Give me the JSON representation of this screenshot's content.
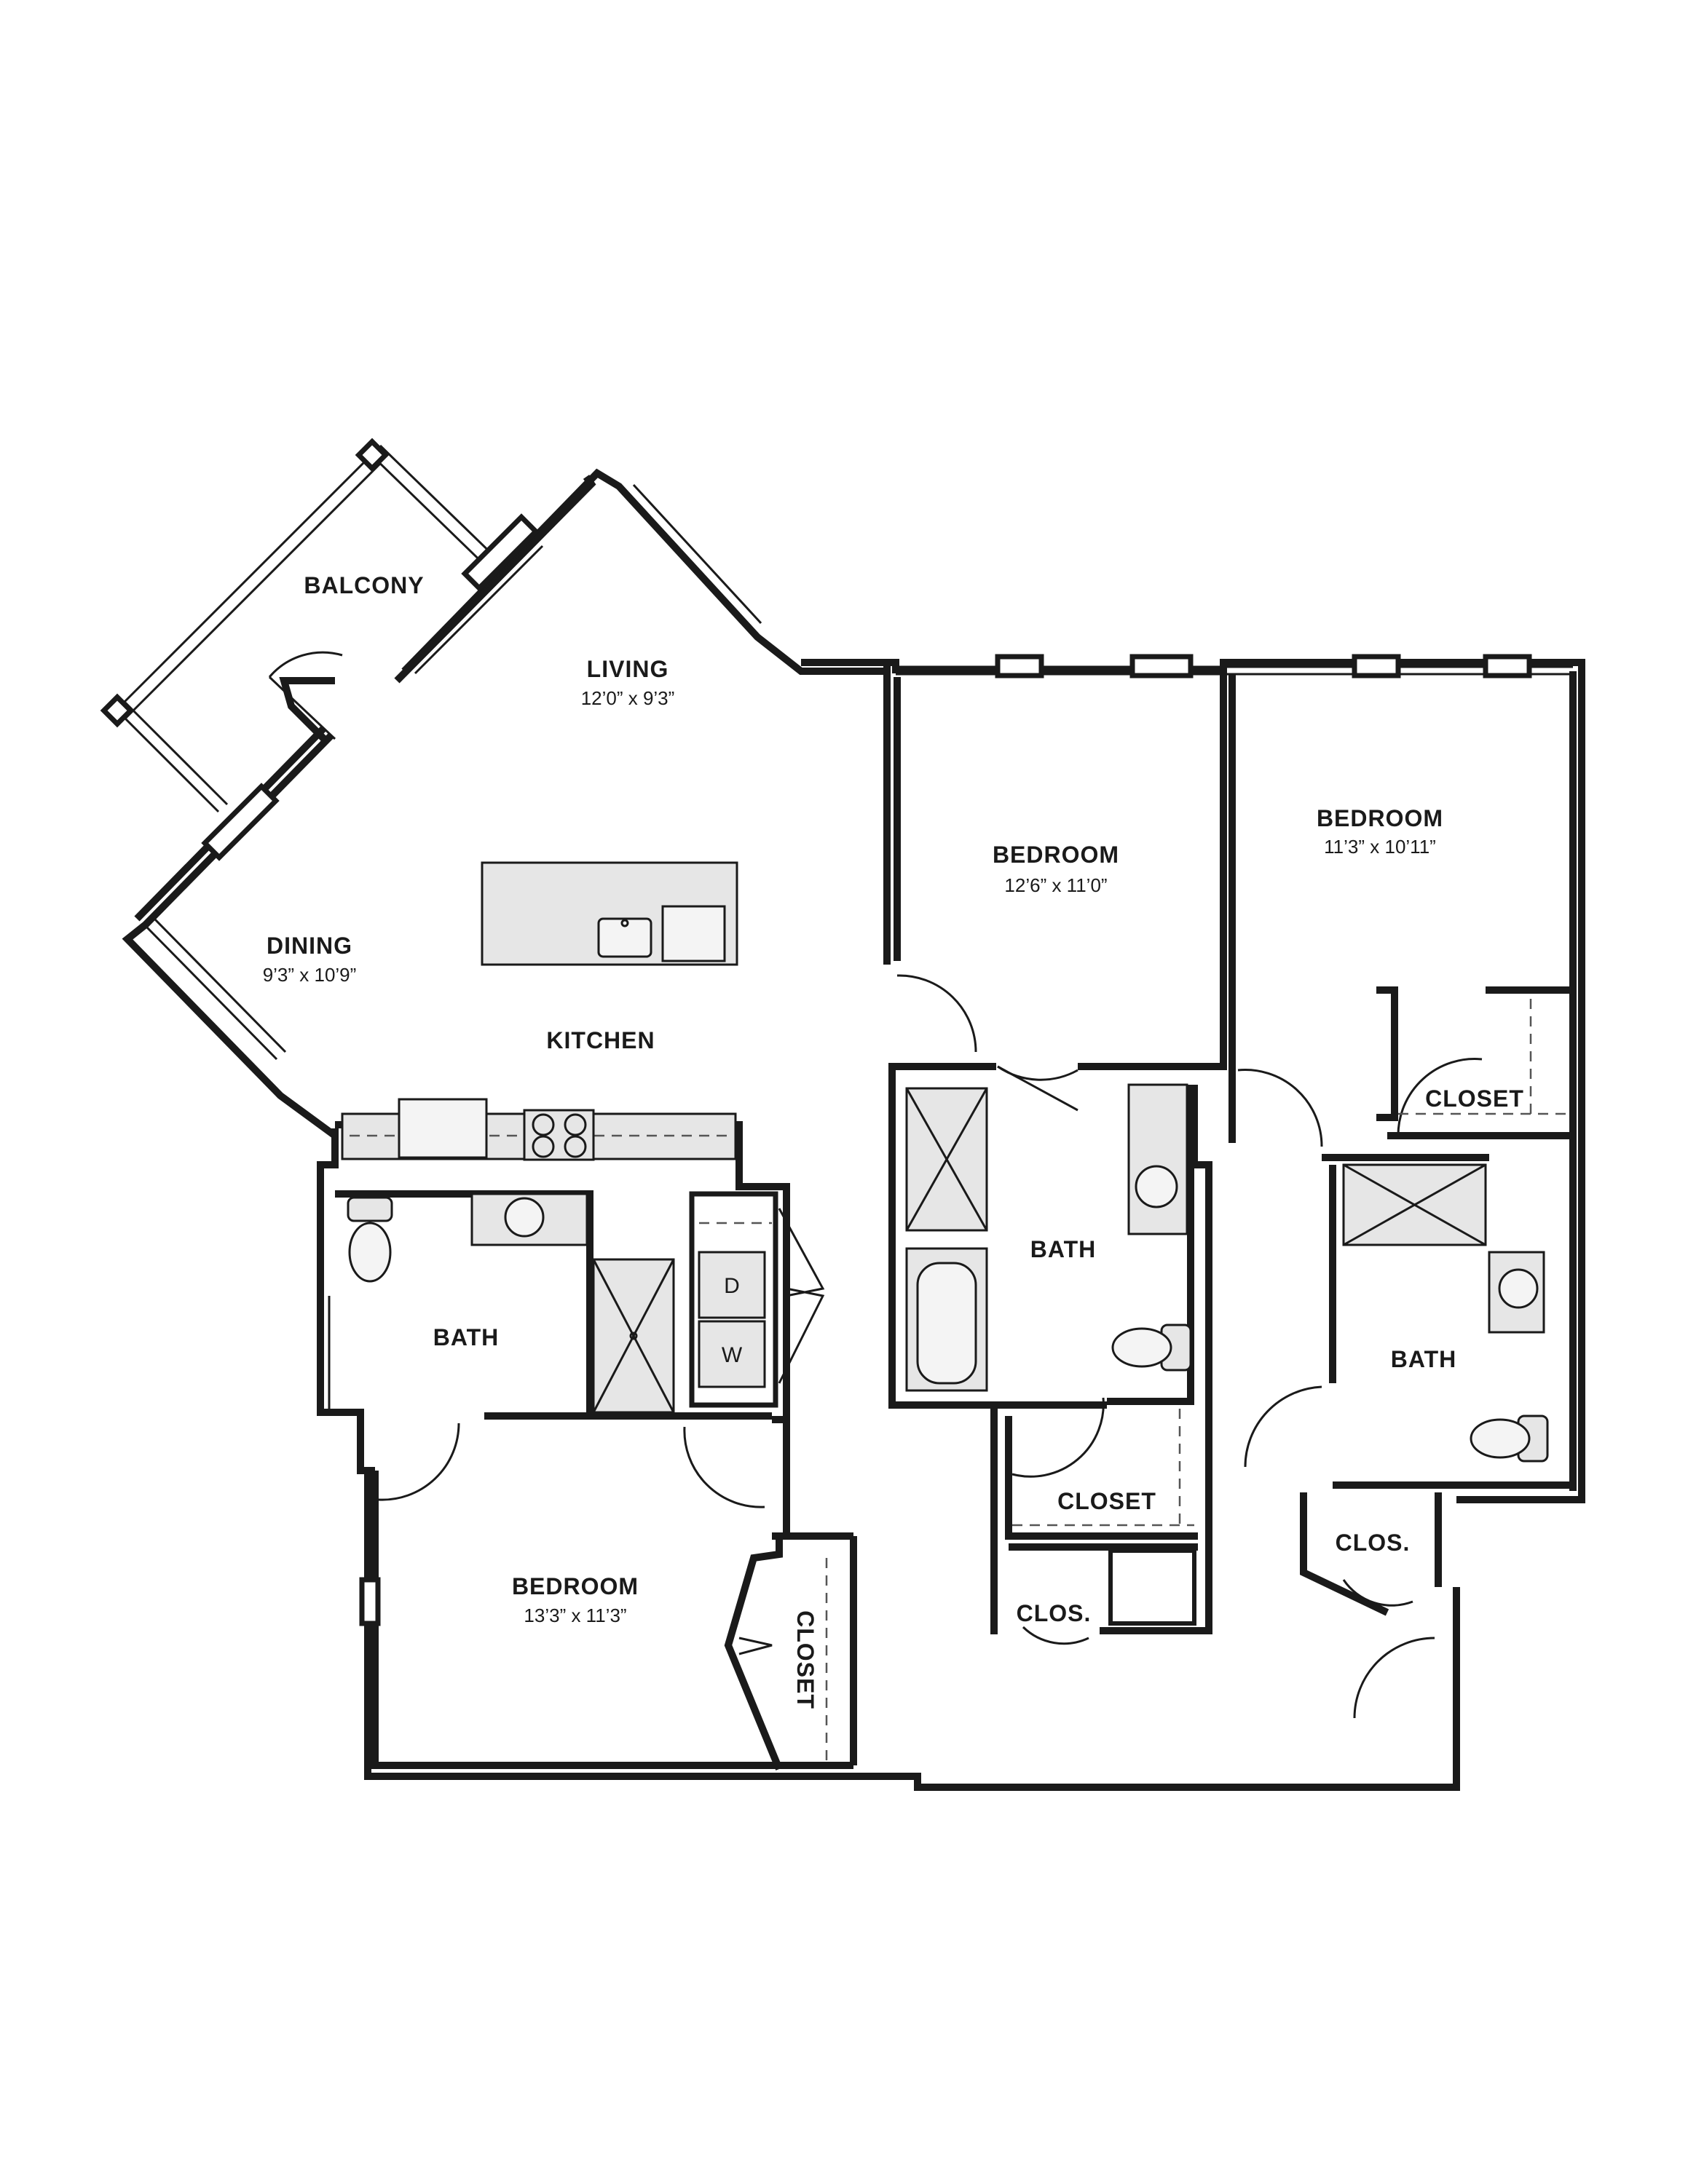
{
  "rooms": {
    "balcony": {
      "label": "BALCONY"
    },
    "living": {
      "label": "LIVING",
      "dimensions": "12’0” x 9’3”"
    },
    "dining": {
      "label": "DINING",
      "dimensions": "9’3” x 10’9”"
    },
    "kitchen": {
      "label": "KITCHEN"
    },
    "bedroom_center": {
      "label": "BEDROOM",
      "dimensions": "12’6” x 11’0”"
    },
    "bedroom_right": {
      "label": "BEDROOM",
      "dimensions": "11’3” x 10’11”"
    },
    "bedroom_bottom": {
      "label": "BEDROOM",
      "dimensions": "13’3” x 11’3”"
    },
    "bath_left": {
      "label": "BATH"
    },
    "bath_center": {
      "label": "BATH"
    },
    "bath_right": {
      "label": "BATH"
    },
    "closet_right": {
      "label": "CLOSET"
    },
    "closet_center": {
      "label": "CLOSET"
    },
    "closet_bottom": {
      "label": "CLOSET"
    },
    "clos_center": {
      "label": "CLOS."
    },
    "clos_right": {
      "label": "CLOS."
    }
  },
  "appliances": {
    "dryer": "D",
    "washer": "W"
  }
}
